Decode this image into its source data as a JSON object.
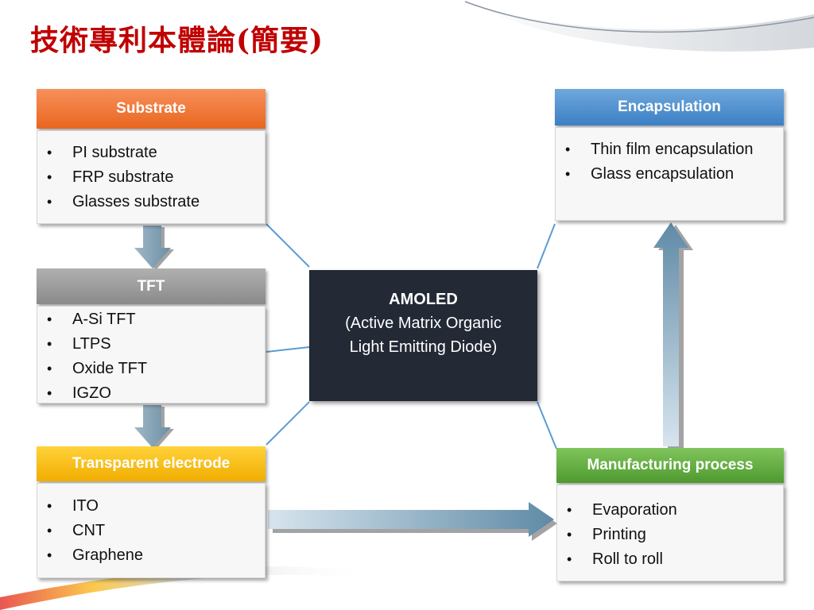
{
  "title": "技術專利本體論(簡要)",
  "center": {
    "name": "AMOLED",
    "description": "(Active Matrix Organic Light Emitting Diode)"
  },
  "boxes": {
    "substrate": {
      "header": "Substrate",
      "items": [
        "PI substrate",
        "FRP substrate",
        "Glasses substrate"
      ],
      "color": "#ec6b24"
    },
    "tft": {
      "header": "TFT",
      "items": [
        "A-Si TFT",
        "LTPS",
        "Oxide TFT",
        "IGZO"
      ],
      "color": "#9a9a9a"
    },
    "transparent_electrode": {
      "header": "Transparent electrode",
      "items": [
        "ITO",
        "CNT",
        "Graphene"
      ],
      "color": "#f6b90f"
    },
    "encapsulation": {
      "header": "Encapsulation",
      "items": [
        "Thin film encapsulation",
        "Glass encapsulation"
      ],
      "color": "#4a8ed0"
    },
    "manufacturing": {
      "header": "Manufacturing process",
      "items": [
        "Evaporation",
        "Printing",
        "Roll to roll"
      ],
      "color": "#5aa83a"
    }
  },
  "connector_color": "#5b9bd5"
}
